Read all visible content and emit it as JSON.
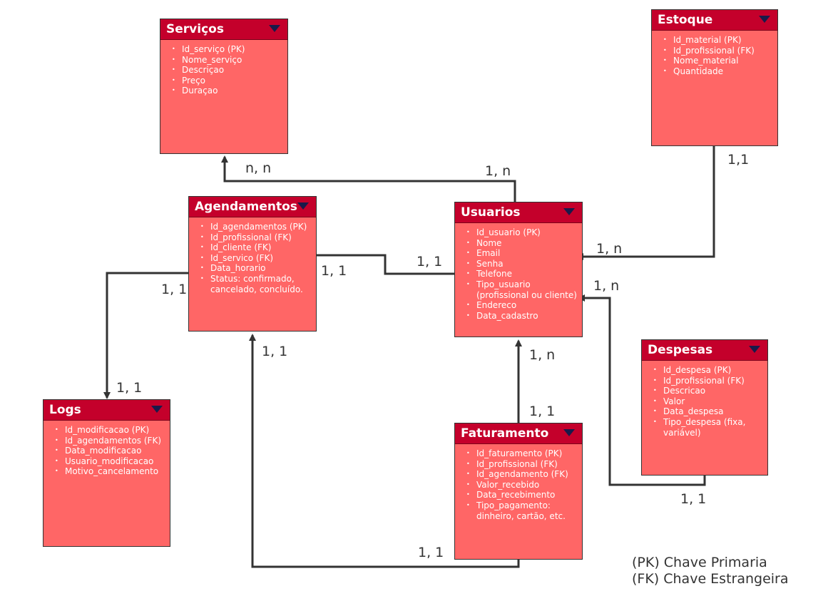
{
  "entities": {
    "servicos": {
      "title": "Serviços",
      "attributes": [
        "Id_serviço (PK)",
        "Nome_serviço",
        "Descriçao",
        "Preço",
        "Duraçao"
      ]
    },
    "estoque": {
      "title": "Estoque",
      "attributes": [
        "Id_material (PK)",
        "Id_profissional (FK)",
        "Nome_material",
        "Quantidade"
      ]
    },
    "agendamentos": {
      "title": "Agendamentos",
      "attributes": [
        "Id_agendamentos (PK)",
        "Id_profissional (FK)",
        "Id_cliente (FK)",
        "Id_servico (FK)",
        "Data_horario",
        "Status: confirmado,",
        "cancelado, concluído."
      ]
    },
    "usuarios": {
      "title": "Usuarios",
      "attributes": [
        "Id_usuario (PK)",
        "Nome",
        "Email",
        "Senha",
        "Telefone",
        "Tipo_usuario",
        "(profissional ou cliente)",
        "Endereco",
        "Data_cadastro"
      ]
    },
    "despesas": {
      "title": "Despesas",
      "attributes": [
        "Id_despesa (PK)",
        "Id_profissional (FK)",
        "Descricao",
        "Valor",
        "Data_despesa",
        "Tipo_despesa (fixa,",
        "variável)"
      ]
    },
    "logs": {
      "title": "Logs",
      "attributes": [
        "Id_modificacao (PK)",
        "Id_agendamentos (FK)",
        "Data_modificacao",
        "Usuario_modificacao",
        "Motivo_cancelamento"
      ]
    },
    "faturamento": {
      "title": "Faturamento",
      "attributes": [
        "Id_faturamento (PK)",
        "Id_profissional (FK)",
        "Id_agendamento (FK)",
        "Valor_recebido",
        "Data_recebimento",
        "Tipo_pagamento:",
        "dinheiro, cartão, etc."
      ]
    }
  },
  "cardinalities": {
    "servicos_side": "n, n",
    "usuarios_to_servicos": "1, n",
    "estoque_side": "1,1",
    "usuarios_from_estoque": "1, n",
    "usuarios_to_agendamentos": "1, 1",
    "agendamentos_from_usuarios": "1, 1",
    "agendamentos_to_logs": "1, 1",
    "logs_side": "1, 1",
    "agendamentos_from_faturamento": "1, 1",
    "usuarios_from_despesas": "1, n",
    "usuarios_from_faturamento": "1, n",
    "faturamento_to_usuarios": "1, 1",
    "despesas_side": "1, 1",
    "faturamento_to_agendamentos": "1, 1"
  },
  "legend": {
    "pk": "(PK) Chave Primaria",
    "fk": "(FK) Chave Estrangeira"
  },
  "colors": {
    "header": "#c4002b",
    "body": "#ff6666",
    "line": "#333333"
  }
}
